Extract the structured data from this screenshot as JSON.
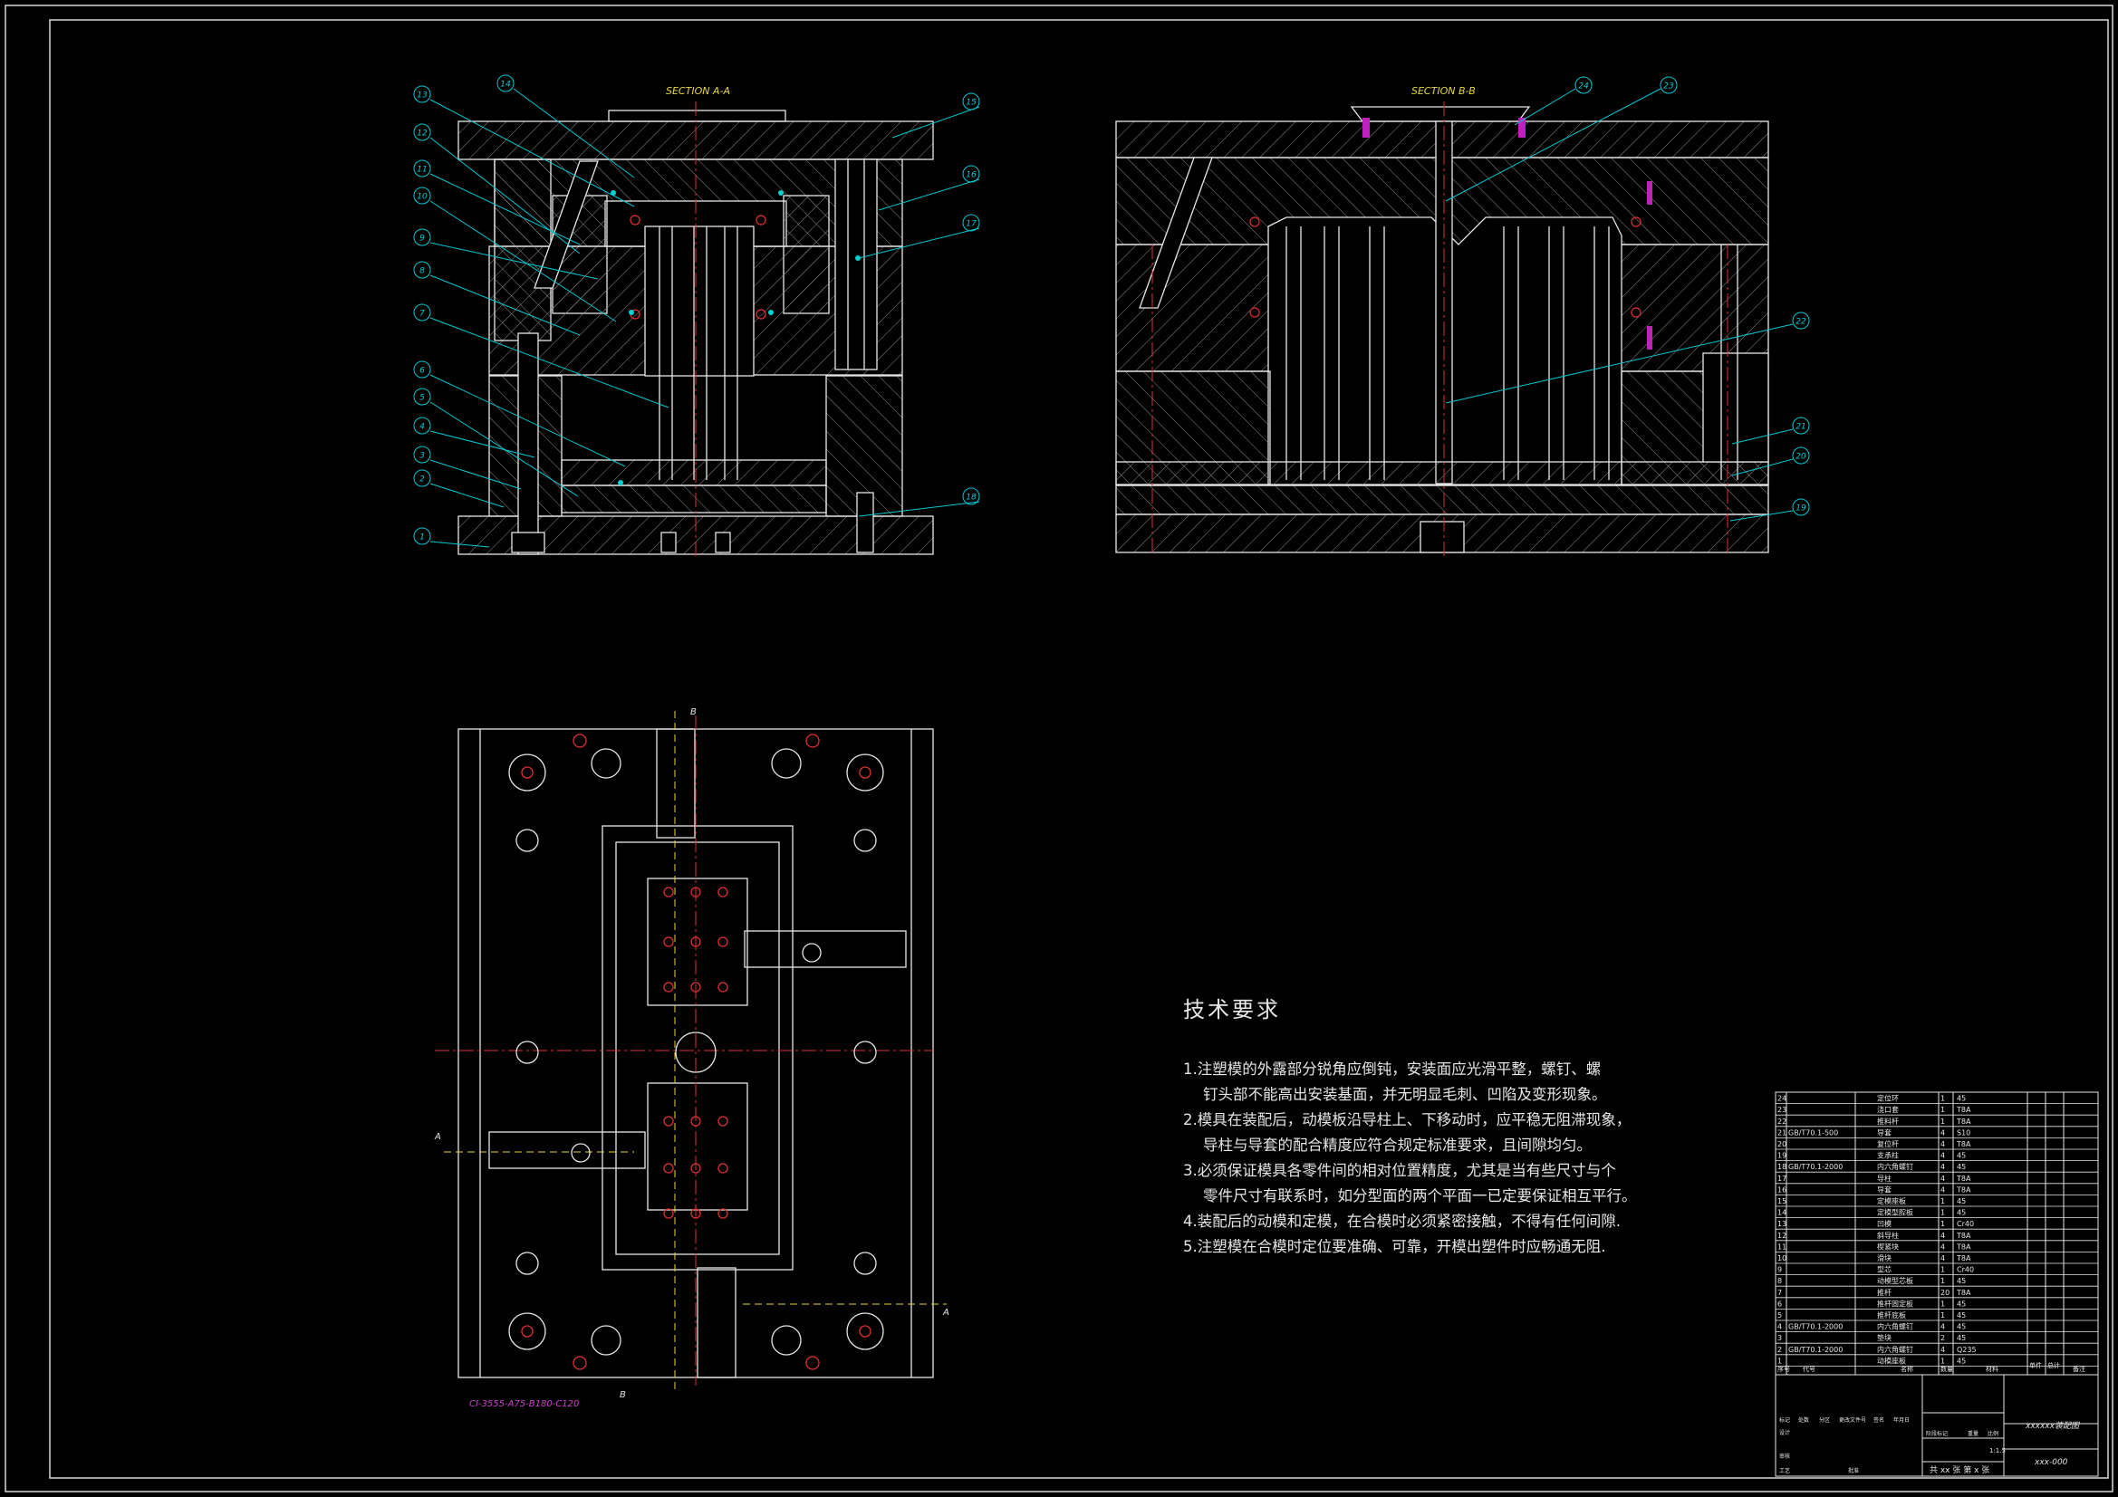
{
  "views": {
    "section_a_label": "SECTION A-A",
    "section_b_label": "SECTION B-B",
    "part_callouts_a": [
      "1",
      "2",
      "3",
      "4",
      "5",
      "6",
      "7",
      "8",
      "9",
      "10",
      "11",
      "12",
      "13",
      "14",
      "15",
      "16",
      "17",
      "18"
    ],
    "part_callouts_b": [
      "19",
      "20",
      "21",
      "22",
      "23",
      "24"
    ],
    "section_marker_a": "A",
    "section_marker_b": "B",
    "moldbase_code": "CI-3555-A75-B180-C120"
  },
  "tech_requirements": {
    "title": "技术要求",
    "items": [
      "1.注塑模的外露部分锐角应倒钝，安装面应光滑平整，螺钉、螺",
      "钉头部不能高出安装基面，并无明显毛刺、凹陷及变形现象。",
      "2.模具在装配后，动模板沿导柱上、下移动时，应平稳无阻滞现象，",
      "导柱与导套的配合精度应符合规定标准要求，且间隙均匀。",
      "3.必须保证模具各零件间的相对位置精度，尤其是当有些尺寸与个",
      "零件尺寸有联系时，如分型面的两个平面一已定要保证相互平行。",
      "4.装配后的动模和定模，在合模时必须紧密接触，不得有任何间隙.",
      "5.注塑模在合模时定位要准确、可靠，开模出塑件时应畅通无阻."
    ]
  },
  "bom": {
    "rows": [
      {
        "no": "24",
        "std": "",
        "name": "定位环",
        "qty": "1",
        "mat": "45"
      },
      {
        "no": "23",
        "std": "",
        "name": "浇口套",
        "qty": "1",
        "mat": "T8A"
      },
      {
        "no": "22",
        "std": "",
        "name": "推料杆",
        "qty": "1",
        "mat": "T8A"
      },
      {
        "no": "21",
        "std": "GB/T70.1-500",
        "name": "导套",
        "qty": "4",
        "mat": "S10"
      },
      {
        "no": "20",
        "std": "",
        "name": "复位杆",
        "qty": "4",
        "mat": "T8A"
      },
      {
        "no": "19",
        "std": "",
        "name": "支承柱",
        "qty": "4",
        "mat": "45"
      },
      {
        "no": "18",
        "std": "GB/T70.1-2000",
        "name": "内六角螺钉",
        "qty": "4",
        "mat": "45"
      },
      {
        "no": "17",
        "std": "",
        "name": "导柱",
        "qty": "4",
        "mat": "T8A"
      },
      {
        "no": "16",
        "std": "",
        "name": "导套",
        "qty": "4",
        "mat": "T8A"
      },
      {
        "no": "15",
        "std": "",
        "name": "定模座板",
        "qty": "1",
        "mat": "45"
      },
      {
        "no": "14",
        "std": "",
        "name": "定模型腔板",
        "qty": "1",
        "mat": "45"
      },
      {
        "no": "13",
        "std": "",
        "name": "凹模",
        "qty": "1",
        "mat": "Cr40"
      },
      {
        "no": "12",
        "std": "",
        "name": "斜导柱",
        "qty": "4",
        "mat": "T8A"
      },
      {
        "no": "11",
        "std": "",
        "name": "楔紧块",
        "qty": "4",
        "mat": "T8A"
      },
      {
        "no": "10",
        "std": "",
        "name": "滑块",
        "qty": "4",
        "mat": "T8A"
      },
      {
        "no": "9",
        "std": "",
        "name": "型芯",
        "qty": "1",
        "mat": "Cr40"
      },
      {
        "no": "8",
        "std": "",
        "name": "动模型芯板",
        "qty": "1",
        "mat": "45"
      },
      {
        "no": "7",
        "std": "",
        "name": "推杆",
        "qty": "20",
        "mat": "T8A"
      },
      {
        "no": "6",
        "std": "",
        "name": "推杆固定板",
        "qty": "1",
        "mat": "45"
      },
      {
        "no": "5",
        "std": "",
        "name": "推杆底板",
        "qty": "1",
        "mat": "45"
      },
      {
        "no": "4",
        "std": "GB/T70.1-2000",
        "name": "内六角螺钉",
        "qty": "4",
        "mat": "45"
      },
      {
        "no": "3",
        "std": "",
        "name": "垫块",
        "qty": "2",
        "mat": "45"
      },
      {
        "no": "2",
        "std": "GB/T70.1-2000",
        "name": "内六角螺钉",
        "qty": "4",
        "mat": "Q235"
      },
      {
        "no": "1",
        "std": "",
        "name": "动模座板",
        "qty": "1",
        "mat": "45"
      }
    ],
    "header": {
      "no": "序号",
      "std": "代号",
      "name": "名称",
      "qty": "数量",
      "mat": "材料",
      "wt1": "单件",
      "wt2": "总计",
      "note": "备注"
    }
  },
  "title_block": {
    "drawing_name": "xxxxxx装配图",
    "drawing_no": "xxx-000",
    "sheet": "共 xx 张  第 x 张",
    "scale": "1:1.5",
    "col_labels": [
      "标记",
      "处数",
      "分区",
      "更改文件号",
      "签名",
      "年月日"
    ],
    "row_labels": [
      "设计",
      "审核",
      "工艺",
      "批准"
    ],
    "stage_labels": [
      "阶段标记",
      "重量",
      "比例"
    ]
  }
}
